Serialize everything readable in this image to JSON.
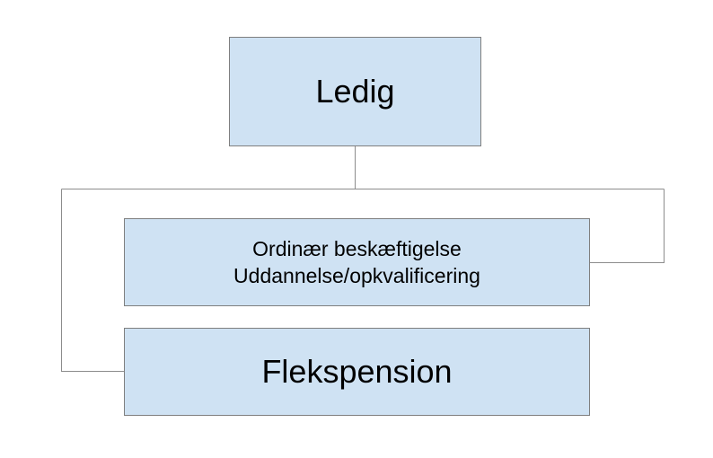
{
  "diagram": {
    "top_node": {
      "label": "Ledig"
    },
    "middle_node": {
      "line1": "Ordinær beskæftigelse",
      "line2": "Uddannelse/opkvalificering"
    },
    "bottom_node": {
      "label": "Flekspension"
    },
    "colors": {
      "box_fill": "#cfe2f3",
      "box_border": "#7f7f7f",
      "connector": "#8c8c8c",
      "text": "#000000"
    }
  }
}
